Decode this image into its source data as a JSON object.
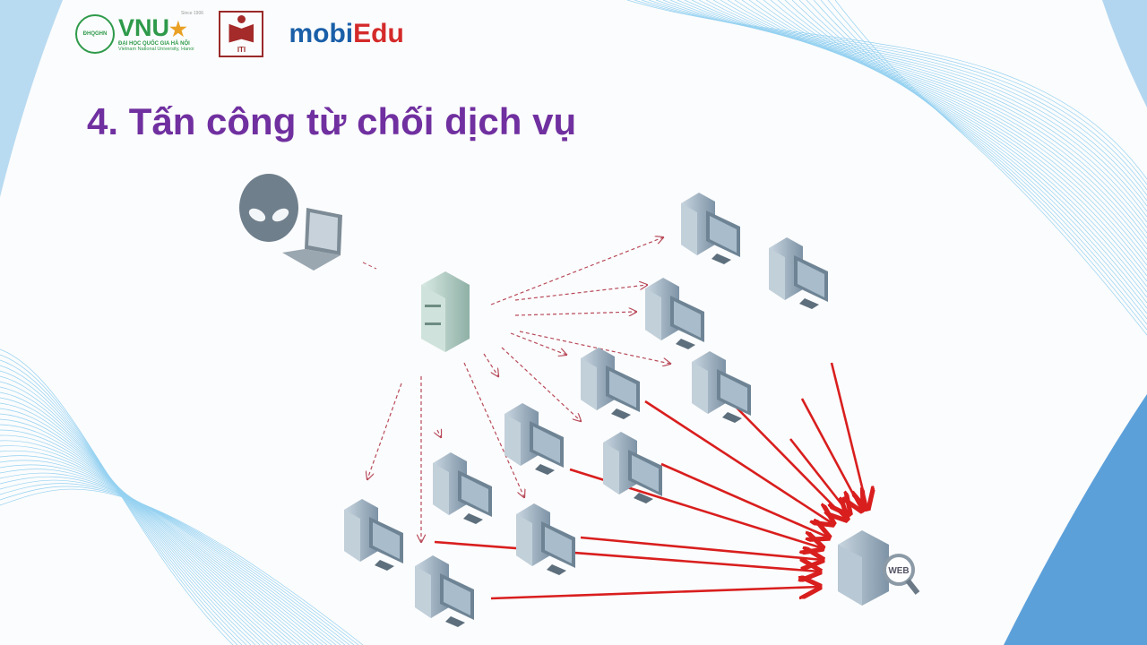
{
  "logos": {
    "vnu": {
      "abbr": "VNU",
      "since": "Since 1906",
      "seal_text": "ĐHQGHN",
      "name_vi": "ĐẠI HỌC QUỐC GIA HÀ NỘI",
      "name_en": "Vietnam National University, Hanoi"
    },
    "iti": {
      "label": "ITI"
    },
    "mobiedu": {
      "part1": "mobi",
      "part2": "Edu"
    }
  },
  "slide": {
    "title": "4. Tấn công từ chối dịch vụ"
  },
  "diagram": {
    "attacker_icon": "alien-hacker-laptop",
    "handler_icon": "server",
    "target_label": "WEB",
    "colors": {
      "attack_arrow": "#d91e1e",
      "command_arrow": "#b84a5a"
    }
  }
}
